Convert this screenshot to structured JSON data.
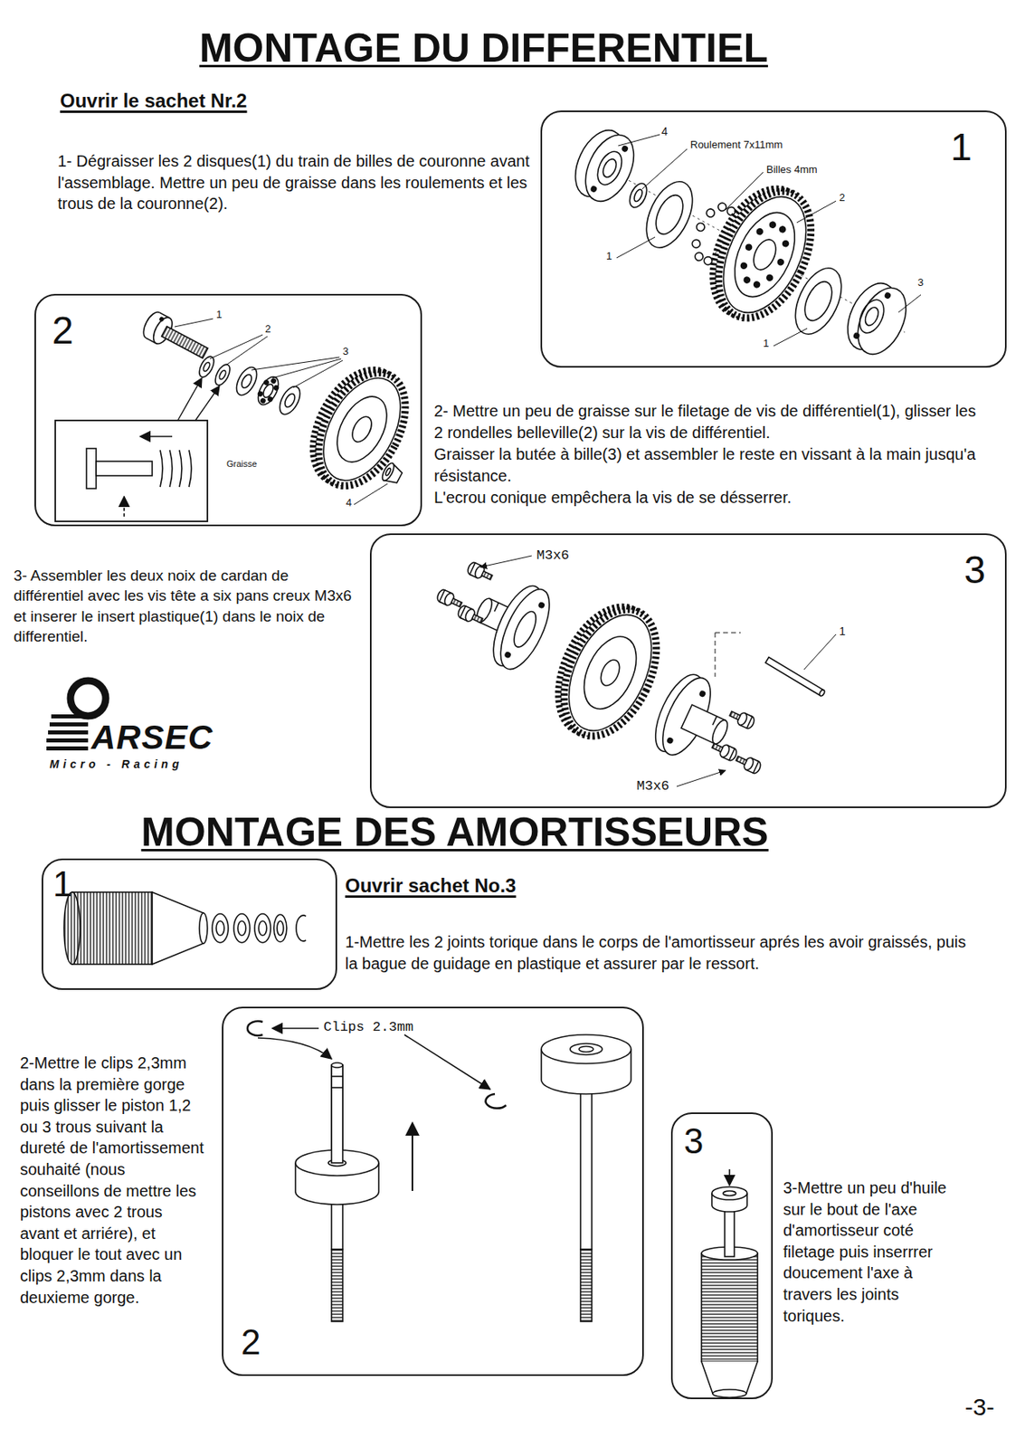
{
  "diagram": {
    "title": "MONTAGE DU DIFFERENTIEL",
    "nodes": [
      {
        "text": [
          "1"
        ]
      },
      {
        "text": [
          "2"
        ]
      },
      {
        "text": [
          "3"
        ]
      },
      {
        "text": [
          "1"
        ]
      },
      {
        "text": [
          "2"
        ]
      },
      {
        "text": [
          "3"
        ]
      }
    ],
    "labels": [
      "Ouvrir le sachet Nr.2",
      "1- Dégraisser les 2 disques(1) du train de billes de couronne avant l'assemblage. Mettre un peu de graisse dans les roulements et les trous de la couronne(2).",
      "4",
      "Roulement 7x11mm",
      "Billes 4mm",
      "2",
      "3",
      "1",
      "1",
      "1",
      "2",
      "3",
      "Graisse",
      "4",
      "2- Mettre un peu de graisse sur le filetage de vis de différentiel(1), glisser les 2 rondelles belleville(2) sur la vis de différentiel.",
      "Graisser la butée à bille(3) et assembler le reste en vissant à la main jusqu'a résistance.",
      "L'ecrou conique empêchera la vis de se désserrer.",
      "3- Assembler les deux noix de cardan de différentiel avec les vis tête a six pans creux M3x6 et inserer le insert plastique(1) dans le noix de differentiel.",
      "M3x6",
      "1",
      "M3x6",
      "ARSEC",
      "Micro - Racing",
      "MONTAGE DES AMORTISSEURS",
      "Ouvrir sachet No.3",
      "1-Mettre les 2 joints torique dans le corps de l'amortisseur aprés les avoir graissés, puis la bague de guidage en plastique et assurer par le ressort.",
      "Clips 2.3mm",
      "2-Mettre le clips 2,3mm dans la première gorge puis glisser le piston 1,2 ou 3 trous suivant la dureté de l'amortissement souhaité (nous conseillons de mettre les pistons avec 2 trous avant et arriére), et bloquer le tout avec un clips 2,3mm dans la deuxieme gorge.",
      "3-Mettre un peu d'huile sur le bout de l'axe d'amortisseur coté filetage puis inserrrer doucement l'axe à travers les joints toriques.",
      "-3-"
    ]
  }
}
